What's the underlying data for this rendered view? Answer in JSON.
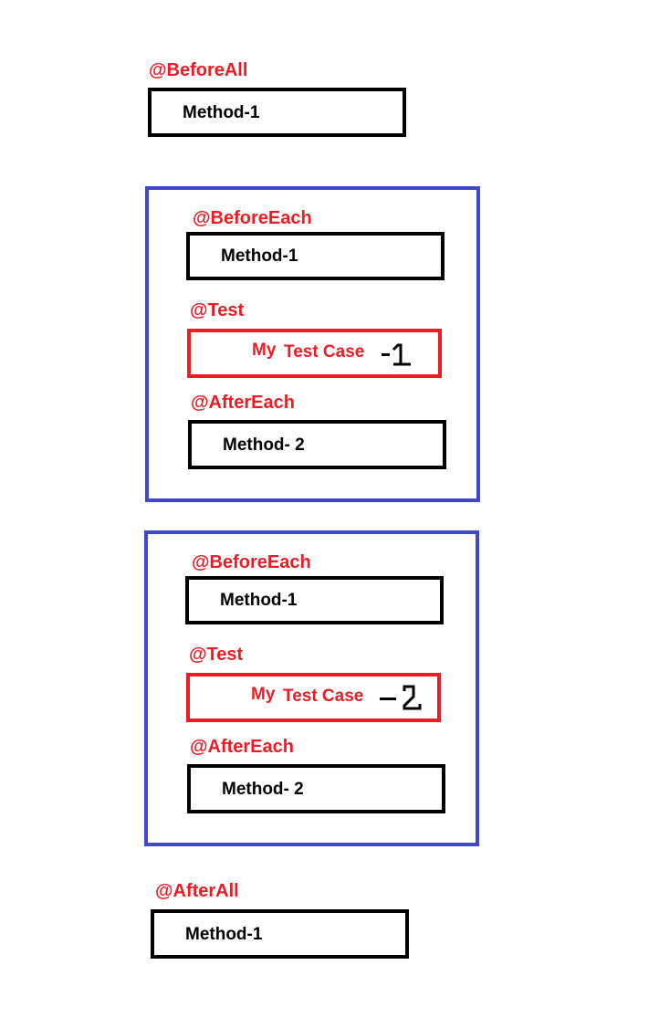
{
  "before_all": {
    "annotation": "@BeforeAll",
    "method": "Method-1"
  },
  "test_groups": [
    {
      "before_each": {
        "annotation": "@BeforeEach",
        "method": "Method-1"
      },
      "test": {
        "annotation": "@Test",
        "my": "My",
        "case": "Test  Case",
        "number": "1"
      },
      "after_each": {
        "annotation": "@AfterEach",
        "method": "Method- 2"
      }
    },
    {
      "before_each": {
        "annotation": "@BeforeEach",
        "method": "Method-1"
      },
      "test": {
        "annotation": "@Test",
        "my": "My",
        "case": "Test  Case",
        "number": "2"
      },
      "after_each": {
        "annotation": "@AfterEach",
        "method": "Method- 2"
      }
    }
  ],
  "after_all": {
    "annotation": "@AfterAll",
    "method": "Method-1"
  },
  "colors": {
    "annotation": "#ed1c24",
    "group_border": "#3f48cc",
    "box_border": "#000000"
  }
}
